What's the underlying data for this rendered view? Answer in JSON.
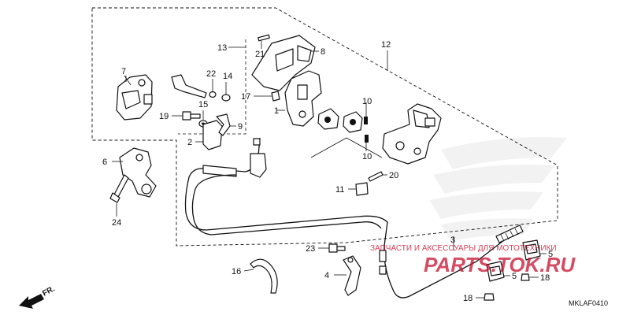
{
  "diagram": {
    "code": "MKLAF0410",
    "direction_label": "FR.",
    "watermark_text": "ЗАПЧАСТИ И АКСЕССУАРЫ ДЛЯ МОТОТЕХНИКИ",
    "watermark_brand": "PARTS.TOK.RU",
    "colors": {
      "lines": "#111111",
      "watermark": "#c8102e",
      "wing": "#e6e6e6"
    },
    "labels": [
      "1",
      "2",
      "3",
      "4",
      "5",
      "5",
      "6",
      "7",
      "8",
      "9",
      "10",
      "10",
      "11",
      "12",
      "13",
      "14",
      "15",
      "16",
      "17",
      "18",
      "18",
      "19",
      "20",
      "21",
      "22",
      "23",
      "24"
    ]
  }
}
